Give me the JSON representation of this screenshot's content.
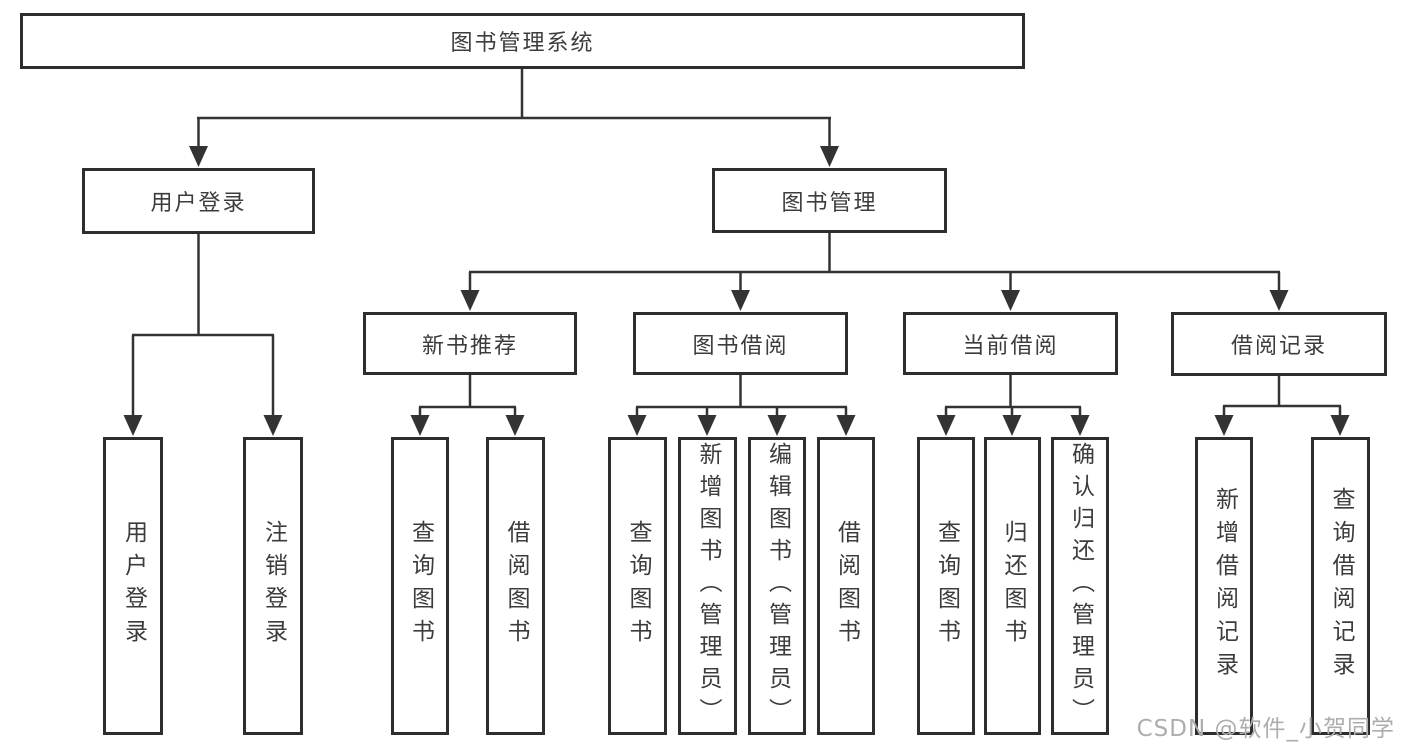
{
  "diagram": {
    "root": "图书管理系统",
    "level1": [
      {
        "label": "用户登录"
      },
      {
        "label": "图书管理"
      }
    ],
    "level2": [
      {
        "label": "新书推荐"
      },
      {
        "label": "图书借阅"
      },
      {
        "label": "当前借阅"
      },
      {
        "label": "借阅记录"
      }
    ],
    "leaves": [
      {
        "label": "用户登录"
      },
      {
        "label": "注销登录"
      },
      {
        "label": "查询图书"
      },
      {
        "label": "借阅图书"
      },
      {
        "label": "查询图书"
      },
      {
        "label": "新增图书（管理员）"
      },
      {
        "label": "编辑图书（管理员）"
      },
      {
        "label": "借阅图书"
      },
      {
        "label": "查询图书"
      },
      {
        "label": "归还图书"
      },
      {
        "label": "确认归还（管理员）"
      },
      {
        "label": "新增借阅记录"
      },
      {
        "label": "查询借阅记录"
      }
    ],
    "colors": {
      "line": "#333333",
      "border": "#2d2d2d",
      "text": "#3c3c3c",
      "watermark": "#adadad",
      "background": "#ffffff"
    }
  },
  "watermark": "CSDN @软件_小贺同学"
}
